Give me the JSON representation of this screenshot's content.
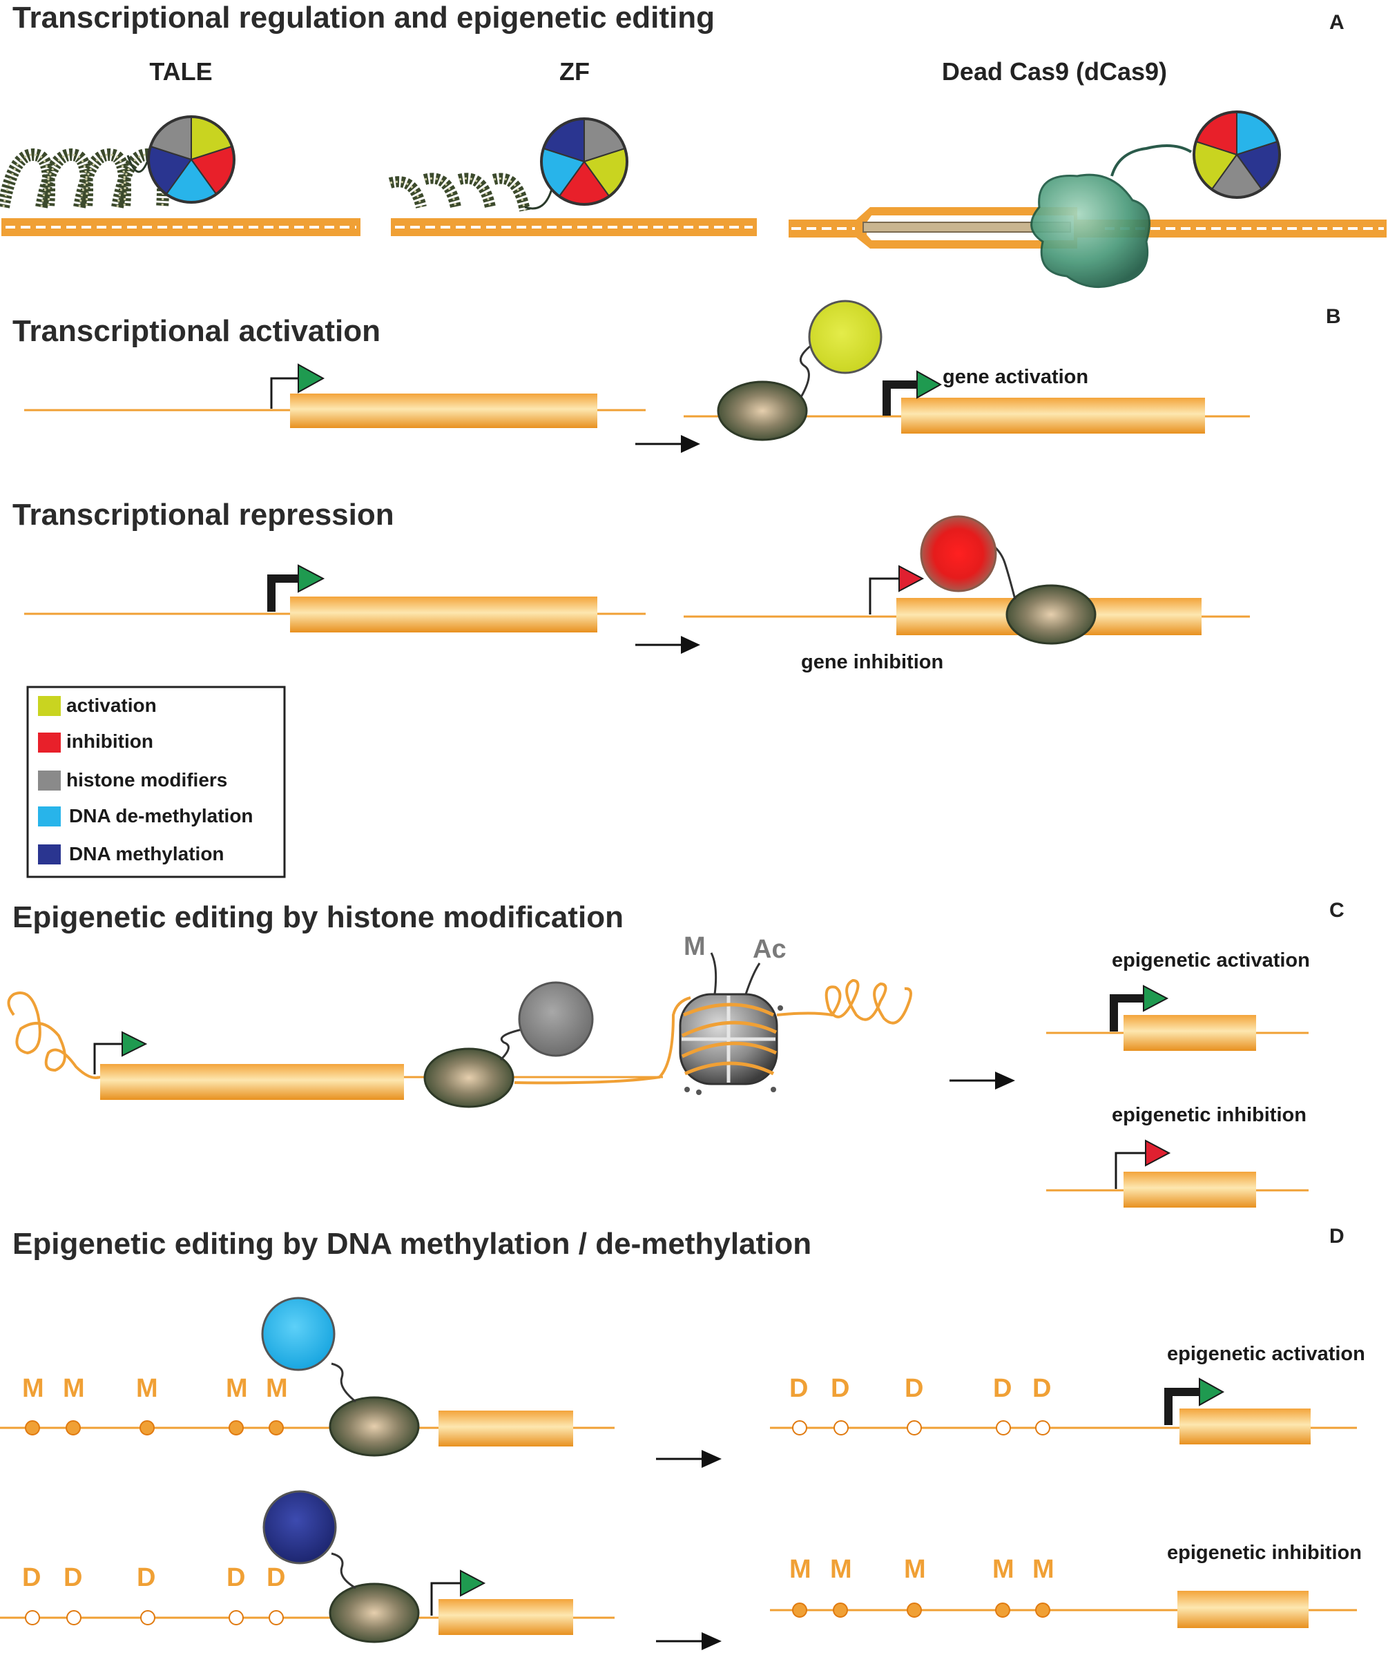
{
  "colors": {
    "dna": "#f0a035",
    "activation": "#c9d420",
    "inhibition": "#e8202a",
    "histone_modifiers": "#8a8a8a",
    "dna_demethylation": "#28b4ea",
    "dna_methylation": "#2a3590",
    "promoter_arrow_green": "#1f9a50",
    "promoter_arrow_red": "#e02030",
    "protein_body": "#5a6a4a"
  },
  "panel_a": {
    "title": "Transcriptional regulation and epigenetic editing",
    "letter": "A",
    "tools": [
      "TALE",
      "ZF",
      "Dead Cas9 (dCas9)"
    ]
  },
  "panel_b": {
    "letter": "B",
    "activation_title": "Transcriptional activation",
    "activation_result": "gene activation",
    "repression_title": "Transcriptional repression",
    "repression_result": "gene inhibition"
  },
  "legend": {
    "items": [
      {
        "label": "activation",
        "color": "#c9d420"
      },
      {
        "label": "inhibition",
        "color": "#e8202a"
      },
      {
        "label": "histone modifiers",
        "color": "#8a8a8a"
      },
      {
        "label": "DNA de-methylation",
        "color": "#28b4ea"
      },
      {
        "label": "DNA methylation",
        "color": "#2a3590"
      }
    ]
  },
  "panel_c": {
    "title": "Epigenetic editing by histone modification",
    "letter": "C",
    "mark_m": "M",
    "mark_ac": "Ac",
    "result_activation": "epigenetic activation",
    "result_inhibition": "epigenetic inhibition"
  },
  "panel_d": {
    "title": "Epigenetic editing by DNA methylation / de-methylation",
    "letter": "D",
    "methyl": "M",
    "demethyl": "D",
    "result_activation": "epigenetic activation",
    "result_inhibition": "epigenetic inhibition"
  }
}
